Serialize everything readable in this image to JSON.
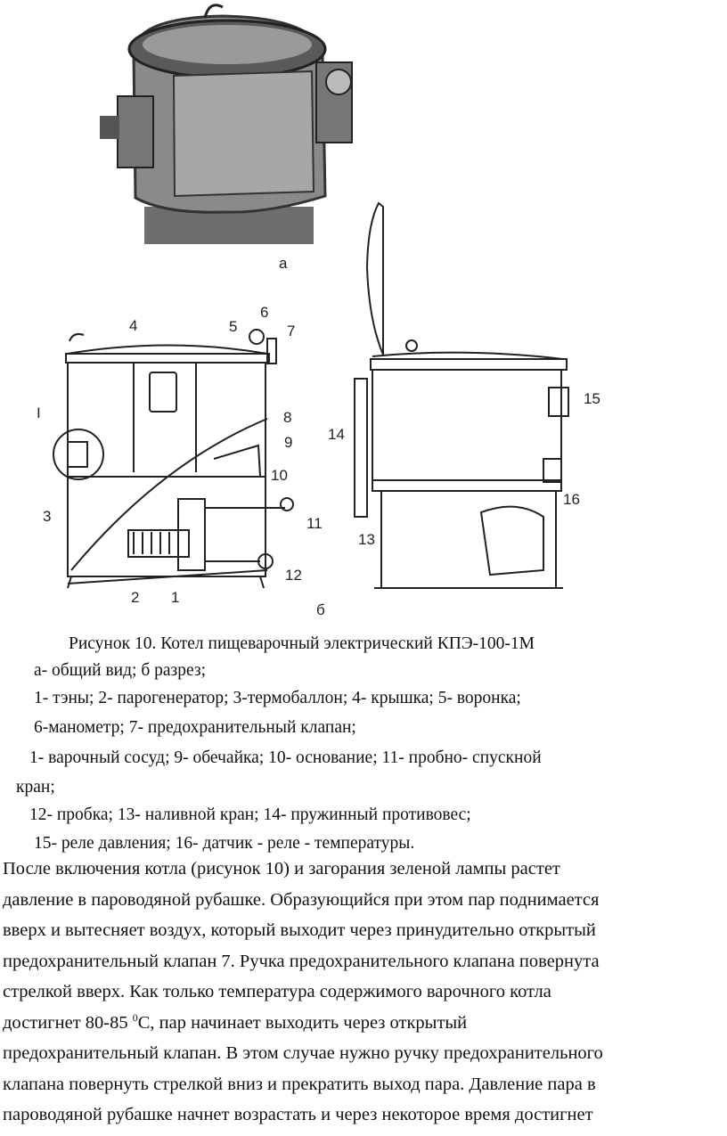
{
  "figure": {
    "label_a": "а",
    "label_b": "б",
    "callouts": [
      "1",
      "2",
      "3",
      "4",
      "5",
      "6",
      "7",
      "8",
      "9",
      "10",
      "11",
      "12",
      "13",
      "14",
      "15",
      "16",
      "I"
    ]
  },
  "caption": {
    "title": "Рисунок 10. Котел пищеварочный электрический КПЭ-100-1М",
    "line1": "а- общий вид; б разрез;",
    "line2": "1-  тэны; 2- парогенератор;  3-термобаллон; 4- крышка; 5- воронка;",
    "line3": "6-манометр; 7- предохранительный  клапан;",
    "line4": "1-  варочный сосуд;  9- обечайка; 10- основание; 11- пробно- спускной",
    "line5": "кран;",
    "line6": "12- пробка; 13- наливной кран; 14- пружинный противовес;",
    "line7": "15- реле давления; 16- датчик -  реле - температуры."
  },
  "paragraph": {
    "l1": "После включения котла (рисунок 10) и загорания зеленой лампы растет",
    "l2": "давление в пароводяной рубашке. Образующийся при этом пар поднимается",
    "l3": "вверх и вытесняет воздух, который выходит через принудительно открытый",
    "l4": "предохранительный клапан 7. Ручка предохранительного клапана повернута",
    "l5": "стрелкой вверх. Как только температура содержимого варочного котла",
    "l6a": "достигнет 80-85 ",
    "l6sup": "0",
    "l6b": "С, пар начинает выходить через открытый",
    "l7": "предохранительный клапан. В этом случае нужно ручку предохранительного",
    "l8": "клапана повернуть стрелкой вниз и прекратить выход пара. Давление пара в",
    "l9": "пароводяной рубашке начнет возрастать и через некоторое время достигнет"
  }
}
